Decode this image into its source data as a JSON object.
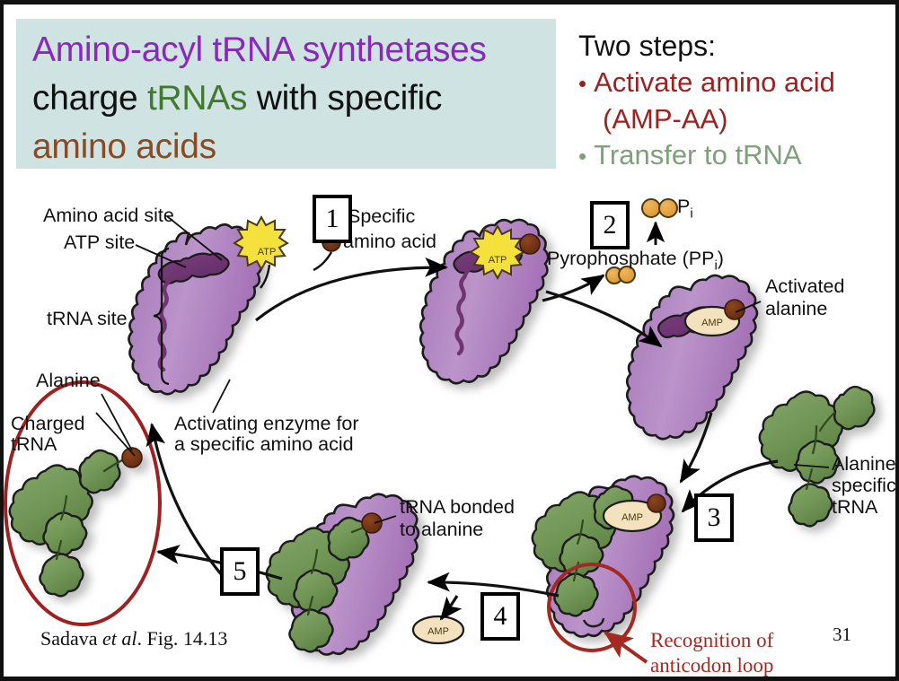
{
  "slide": {
    "page_number": "31",
    "credit_prefix": "Sadava ",
    "credit_italic": "et al",
    "credit_suffix": ". Fig. 14.13"
  },
  "header": {
    "title_lines": [
      {
        "segments": [
          {
            "text": "Amino-acyl tRNA synthetases",
            "color": "#8a27bd"
          }
        ]
      },
      {
        "segments": [
          {
            "text": "charge ",
            "color": "#111111"
          },
          {
            "text": "tRNAs",
            "color": "#3f7a2e"
          },
          {
            "text": " with specific",
            "color": "#111111"
          }
        ]
      },
      {
        "segments": [
          {
            "text": "amino acids",
            "color": "#8a4a23"
          }
        ]
      }
    ],
    "title_line_1": "Amino-acyl tRNA synthetases",
    "title_line_2_a": "charge ",
    "title_line_2_b": "tRNAs",
    "title_line_2_c": " with specific",
    "title_line_3": "amino acids",
    "two_steps_heading": "Two steps:",
    "bullets": [
      {
        "text": "Activate amino acid",
        "color": "#9c2222"
      },
      {
        "text": "(AMP-AA)",
        "color": "#9c2222"
      },
      {
        "text": "Transfer to tRNA",
        "color": "#7ea07a"
      }
    ],
    "bullet_1": "Activate amino acid",
    "bullet_1_cont": "(AMP-AA)",
    "bullet_2": "Transfer to tRNA",
    "bullet_glyph": "•"
  },
  "diagram": {
    "labels": {
      "amino_acid_site": "Amino acid site",
      "atp_site": "ATP site",
      "trna_site": "tRNA site",
      "alanine": "Alanine",
      "charged_trna_l1": "Charged",
      "charged_trna_l2": "tRNA",
      "activating_enzyme_l1": "Activating enzyme for",
      "activating_enzyme_l2": "a specific amino acid",
      "specific_amino_acid_l1": "Specific",
      "specific_amino_acid_l2": "amino acid",
      "pyrophosphate": "Pyrophosphate (PP",
      "pyrophosphate_sub": "i",
      "pyrophosphate_end": ")",
      "pi_label": "P",
      "pi_sub": "i",
      "activated_alanine_l1": "Activated",
      "activated_alanine_l2": "alanine",
      "alanine_specific_trna_l1": "Alanine",
      "alanine_specific_trna_l2": "specific",
      "alanine_specific_trna_l3": "tRNA",
      "trna_bonded_l1": "tRNA bonded",
      "trna_bonded_l2": "to alanine",
      "recognition_l1": "Recognition of",
      "recognition_l2": "anticodon loop"
    },
    "steps": [
      "1",
      "2",
      "3",
      "4",
      "5"
    ],
    "molecules": {
      "atp": "ATP",
      "amp": "AMP"
    },
    "colors": {
      "enzyme_purple": "#b083c0",
      "enzyme_dark_purple": "#6f3570",
      "trna_green": "#6f9454",
      "amino_acid_brown": "#6b2f12",
      "atp_yellow": "#f5e13c",
      "amp_cream": "#f3e2bd",
      "phosphate_orange": "#e8a33d",
      "highlight_red": "#9e2020",
      "header_bg": "#cfe3e3"
    }
  }
}
